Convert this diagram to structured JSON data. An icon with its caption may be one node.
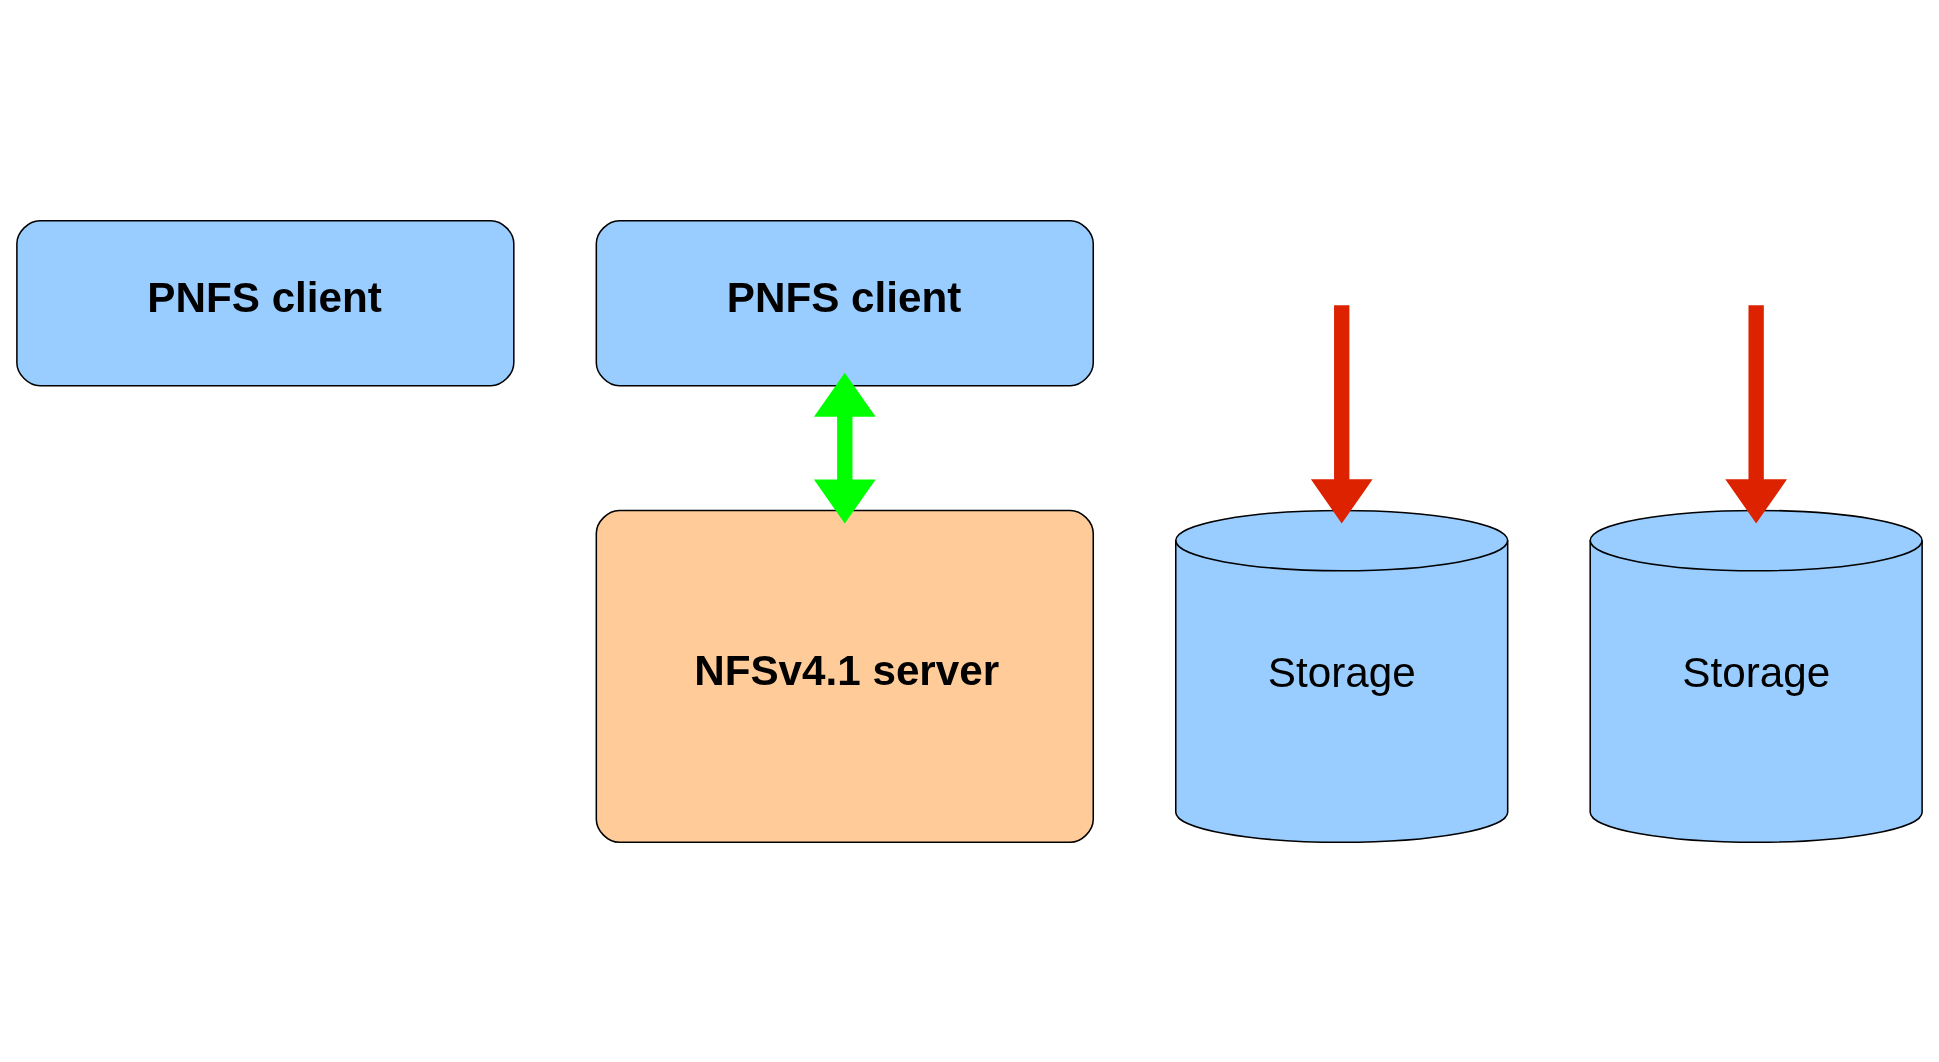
{
  "diagram": {
    "nodes": [
      {
        "text": [
          "PNFS client"
        ]
      },
      {
        "text": [
          "PNFS client"
        ]
      },
      {
        "text": [
          "NFSv4.1 server"
        ]
      },
      {
        "text": [
          "Storage"
        ]
      },
      {
        "text": [
          "Storage"
        ]
      }
    ],
    "edges": [
      {
        "from": 1,
        "to": 2,
        "arrow": "both",
        "color": "#00ff00"
      },
      {
        "from": null,
        "to": 3,
        "arrow": "to",
        "color": "#dd2200"
      },
      {
        "from": null,
        "to": 4,
        "arrow": "to",
        "color": "#dd2200"
      }
    ]
  }
}
